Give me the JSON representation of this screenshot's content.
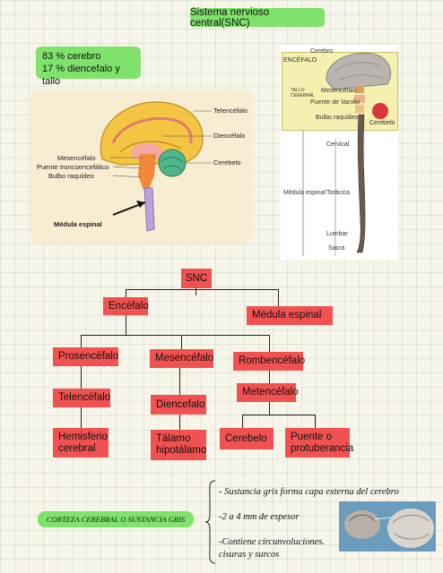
{
  "title": "Sistema nervioso central(SNC)",
  "stats": {
    "line1": "83 % cerebro",
    "line2": "17 % diencefalo y tallo"
  },
  "brain_figure": {
    "labels": {
      "telencefalo": "Telencéfalo",
      "diencefalo": "Diencéfalo",
      "mesencefalo": "Mesencéfalo",
      "puente": "Puente troncoencefálico",
      "bulbo": "Bulbo raquídeo",
      "cerebelo": "Cerebelo",
      "medula": "Médula espinal"
    }
  },
  "cns_figure": {
    "labels": {
      "cerebro": "Cerebro",
      "encefalo": "ENCÉFALO",
      "tallo": "TALLO\nCEREBRAL",
      "mesencefalo": "Mesencéfalo",
      "puente": "Puente de Varolio",
      "bulbo": "Bulbo raquídeo",
      "cerebelo": "Cerebelo",
      "cervical": "Cervical",
      "medula": "Médula espinal",
      "toracica": "Torácica",
      "lumbar": "Lumbar",
      "sacra": "Sacra"
    }
  },
  "tree": {
    "root": "SNC",
    "encefalo": "Encéfalo",
    "medula": "Médula espinal",
    "prosencefalo": "Prosencéfalo",
    "mesencefalo": "Mesencéfalo",
    "rombencefalo": "Rombencéfalo",
    "telencefalo": "Telencéfalo",
    "diencefalo": "Diencefalo",
    "metencefalo": "Metencéfalo",
    "hemisferio": "Hemisferio cerebral",
    "talamo": "Tálamo hipotálamo",
    "cerebelo": "Cerebelo",
    "puente": "Puente o protuberancia"
  },
  "cortex": {
    "label": "CORTEZA CEREBRAL O SUSTANCIA GRIS",
    "notes": [
      "- Sustancia gris forma capa externa del cerebro",
      "-2 a 4 mm de espesor",
      "-Contiene circunvoluciones. cisuras y surcos"
    ]
  }
}
